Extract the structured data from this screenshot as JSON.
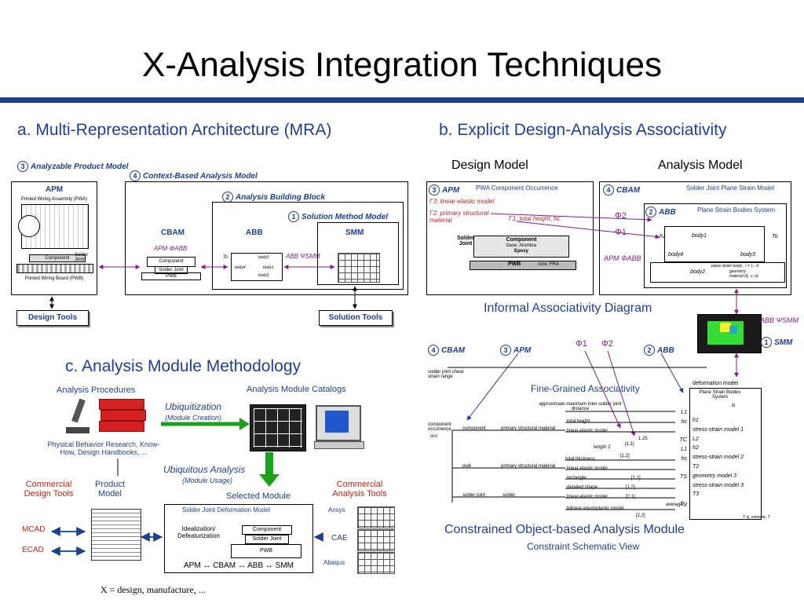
{
  "title": "X-Analysis Integration Techniques",
  "sections": {
    "a": "a. Multi-Representation Architecture (MRA)",
    "b": "b. Explicit Design-Analysis Associativity",
    "c": "c. Analysis Module Methodology"
  },
  "mra": {
    "apm_header": "Analyzable Product Model",
    "apm_num": "3",
    "cbam_header": "Context-Based Analysis Model",
    "cbam_num": "4",
    "apm": "APM",
    "pwa": "Printed Wiring Assembly (PWA)",
    "component": "Component",
    "solder_joint": "Solder Joint",
    "pwb_full": "Printed Wiring Board (PWB)",
    "abb_block": "Analysis Building Block",
    "abb_num": "2",
    "smm_block": "Solution Method Model",
    "smm_num": "1",
    "cbam": "CBAM",
    "abb": "ABB",
    "smm": "SMM",
    "phi": "APM ΦABB",
    "psi": "ABB ΨSMM",
    "pwb": "PWB",
    "design_tools": "Design Tools",
    "solution_tools": "Solution Tools",
    "body1": "body1",
    "body2": "body2",
    "body3": "body3",
    "body4": "body4",
    "to": "To"
  },
  "assoc": {
    "design_model": "Design Model",
    "analysis_model": "Analysis Model",
    "apm": "APM",
    "apm_num": "3",
    "pwa_occ": "PWA Component Occurrence",
    "cbam": "CBAM",
    "cbam_num": "4",
    "sj_plane": "Solder Joint Plane Strain Model",
    "abb": "ABB",
    "abb_num": "2",
    "ps_bodies": "Plane Strain Bodies System",
    "g3": "Γ3: linear-elastic model",
    "g2": "Γ2: primary structural material",
    "g1": "Γ1: total height, hc",
    "solder_joint": "Solder Joint",
    "component": "Component",
    "base": "base: Alumina",
    "epoxy": "Epoxy",
    "pwb": "PWB",
    "core": "core: FR4",
    "phi2": "Φ2",
    "phi1": "Φ1",
    "phi_apm": "APM ΦABB",
    "informal": "Informal Associativity Diagram",
    "psi": "ABB ΨSMM",
    "smm": "SMM",
    "smm_num": "1",
    "body1": "body1",
    "body2": "body2",
    "body3": "body3",
    "body4": "body4",
    "strain_note": "plane strain bodyi , i = 1...4",
    "geometry": "geometry",
    "material": "material (E, ν, α)",
    "h1": "h1",
    "to": "To"
  },
  "fine": {
    "cbam": "CBAM",
    "cbam_num": "4",
    "apm": "APM",
    "apm_num": "3",
    "abb": "ABB",
    "abb_num": "2",
    "phi1": "Φ1",
    "phi2": "Φ2",
    "range_label": "solder joint shear strain range",
    "fine_grained": "Fine-Grained Associativity",
    "deformation": "deformation model",
    "psbs": "Plane Strain Bodies System",
    "approx": "approximate maximum inter-solder joint distance",
    "comp_occ": "component occurrence",
    "component": "component",
    "psm": "primary structural material",
    "total_height": "total height",
    "lem": "linear-elastic model",
    "length2": "length 2",
    "total_thickness": "total thickness",
    "pwb": "pwb",
    "psm2": "primary structural material",
    "lem2": "linear-elastic model",
    "rectangle": "rectangle",
    "detailed_shape": "detailed shape",
    "lem3": "linear-elastic model",
    "sj": "solder joint",
    "solder": "solder",
    "bilinear": "bilinear-elastoplastic model",
    "average": "average",
    "n11": "[1,1]",
    "n12": "[1,2]",
    "n125": "1.25",
    "n11b": "[1,1]",
    "n12b": "[1,2]",
    "n21": "[2,1]",
    "n22": "[2,2]",
    "right_labels": [
      "L1",
      "hc",
      "h1",
      "TC",
      "L1",
      "L2",
      "hs",
      "h2",
      "TS",
      "T2",
      "T3",
      "Tsj"
    ],
    "right_desc": [
      "stress-strain model 1",
      "stress-strain model 2",
      "geometry model 3",
      "stress-strain model 3",
      "T sj, extreme, T"
    ],
    "occ": "occ",
    "alpha": "α",
    "constrained": "Constrained Object-based Analysis Module",
    "schematic": "Constraint Schematic View"
  },
  "method": {
    "procedures": "Analysis Procedures",
    "catalogs": "Analysis Module Catalogs",
    "ubiq": "Ubiquitization",
    "module_creation": "(Module Creation)",
    "research": "Physical Behavior Research, Know-How, Design Handbooks, ...",
    "ubiq_analysis": "Ubiquitous Analysis",
    "module_usage": "(Module Usage)",
    "selected": "Selected Module",
    "commercial_design": "Commercial Design Tools",
    "product_model": "Product Model",
    "commercial_analysis": "Commercial Analysis Tools",
    "mcad": "MCAD",
    "ecad": "ECAD",
    "sjdm": "Solder Joint Deformation Model",
    "ideal": "Idealization/ Defeaturization",
    "component": "Component",
    "solder_joint": "Solder Joint",
    "pwb": "PWB",
    "chain": "APM ↔ CBAM ↔ ABB ↔ SMM",
    "ansys": "Ansys",
    "cae": "CAE",
    "abaqus": "Abaqus"
  },
  "footnote": "X = design, manufacture, ...",
  "colors": {
    "accent": "#1f3f8f",
    "purple": "#8b1a8b",
    "green": "#1aa31a"
  }
}
